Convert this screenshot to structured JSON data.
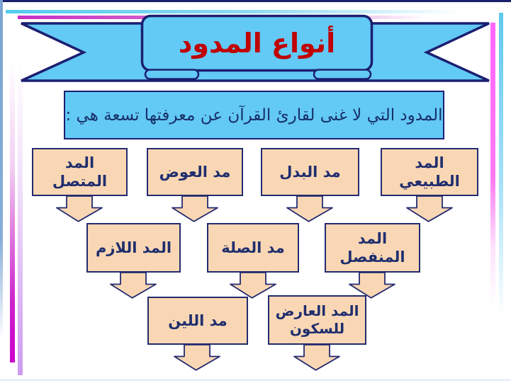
{
  "title": "أنواع المدود",
  "subtitle": "المدود التي لا غنى لقارئ القرآن عن معرفتها تسعة هي :",
  "rows": [
    {
      "items": [
        {
          "label": "المد الطبيعي"
        },
        {
          "label": "مد البدل"
        },
        {
          "label": "مد العوض"
        },
        {
          "label": "المد المتصل"
        }
      ]
    },
    {
      "items": [
        {
          "label": "المد المنفصل"
        },
        {
          "label": "مد الصلة"
        },
        {
          "label": "المد اللازم"
        }
      ]
    },
    {
      "items": [
        {
          "label": "المد العارض للسكون"
        },
        {
          "label": "مد اللين"
        }
      ]
    }
  ],
  "icons": {
    "down_arrow": "block-down-arrow"
  },
  "colors": {
    "ribbon_fill": "#63C9F5",
    "outline_navy": "#1B1F70",
    "title_red": "#C00000",
    "box_fill": "#FAD7B4",
    "box_text": "#1F2E6E",
    "accent_cyan": "#55CCEE",
    "accent_magenta": "#CC00CC",
    "accent_pink": "#FF66FF",
    "accent_purple": "#CD9BF1"
  }
}
